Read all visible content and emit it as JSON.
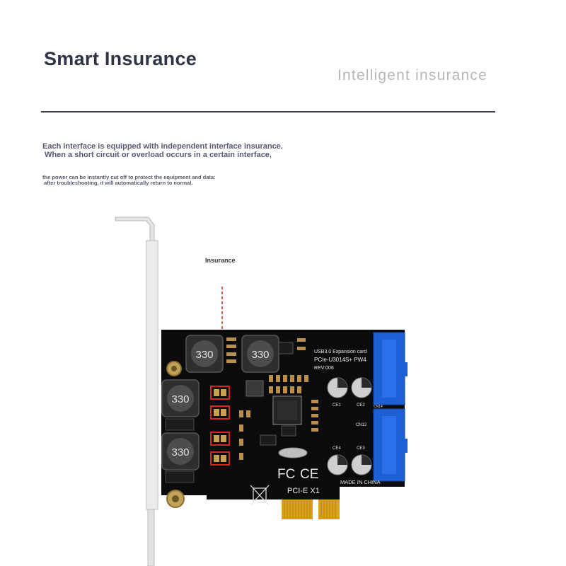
{
  "header": {
    "title": "Smart Insurance",
    "subtitle": "Intelligent insurance"
  },
  "description": {
    "line1": "Each interface is equipped with independent interface insurance.",
    "line2": " When a short circuit or overload occurs in a certain interface,",
    "line3": "the power can be instantly cut off to protect the equipment and data:",
    "line4": " after troubleshooting, it will automatically return to normal."
  },
  "callout": {
    "label": "Insurance"
  },
  "card": {
    "inductor_label": "330",
    "board_text": {
      "l1": "USB3.0 Expansion card",
      "l2": "PCIe-U3014S+ PW4",
      "l3": "REV:006"
    },
    "slot_label": "PCI-E X1",
    "made_in": "MADE IN CHINA",
    "fc_mark": "FC",
    "ce_mark": "CE",
    "header_labels": {
      "top": "CN14",
      "bottom": "CN12"
    },
    "capacitor_labels": [
      "CE1",
      "CE2",
      "CE4",
      "CE3"
    ],
    "colors": {
      "pcb": "#0c0c0e",
      "connector": "#1f5fd6",
      "highlight": "#d9261c",
      "gold": "#d9a21b"
    }
  }
}
